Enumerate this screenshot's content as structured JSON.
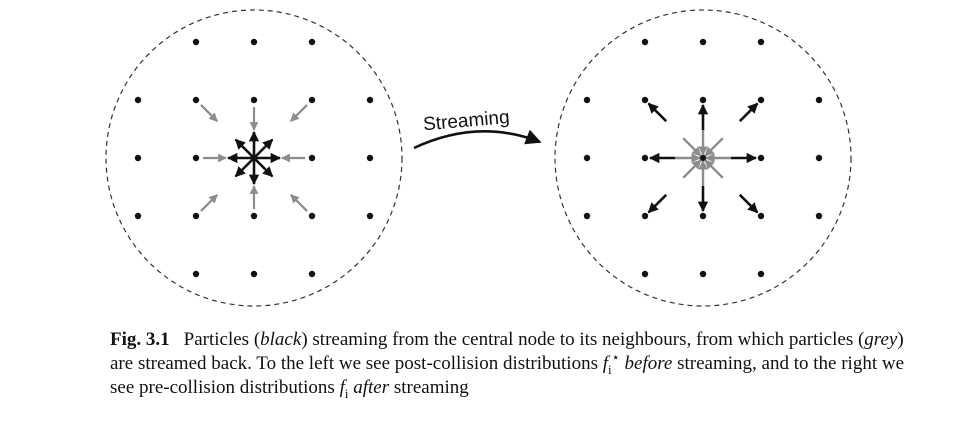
{
  "diagram": {
    "arrow_label": "Streaming",
    "colors": {
      "particle": "#111111",
      "returning": "#8c8c8c",
      "boundary": "#333333"
    }
  },
  "caption": {
    "label": "Fig. 3.1",
    "t1": "Particles (",
    "black": "black",
    "t2": ") streaming from the central node to its neighbours, from which particles (",
    "grey": "grey",
    "t3": ") are streamed back. To the left we see post-collision distributions ",
    "f": "f",
    "i": "i",
    "star": "⋆",
    "before": "before",
    "t4": " streaming, and to the right we see pre-collision distributions ",
    "after": "after",
    "t5": " streaming"
  }
}
